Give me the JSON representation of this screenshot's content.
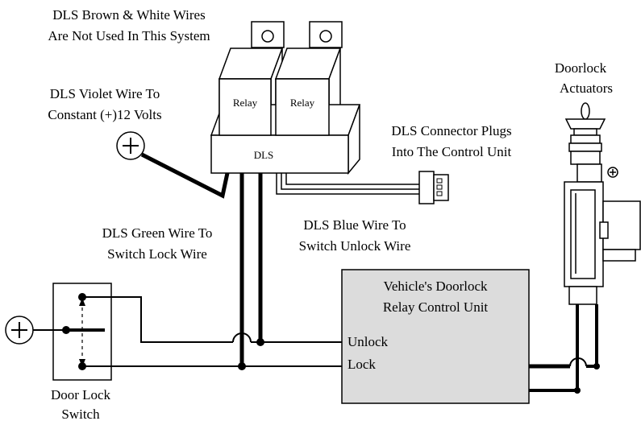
{
  "labels": {
    "dls_unused_1": "DLS Brown & White Wires",
    "dls_unused_2": "Are Not Used In This System",
    "violet_1": "DLS Violet Wire To",
    "violet_2": "Constant (+)12 Volts",
    "connector_1": "DLS Connector Plugs",
    "connector_2": "Into The Control Unit",
    "actuators_1": "Doorlock",
    "actuators_2": "Actuators",
    "green_1": "DLS Green Wire To",
    "green_2": "Switch Lock Wire",
    "blue_1": "DLS Blue Wire To",
    "blue_2": "Switch Unlock Wire",
    "control_1": "Vehicle's Doorlock",
    "control_2": "Relay Control Unit",
    "unlock": "Unlock",
    "lock": "Lock",
    "switch_1": "Door Lock",
    "switch_2": "Switch",
    "relay_left": "Relay",
    "relay_right": "Relay",
    "dls_box": "DLS"
  },
  "colors": {
    "control_unit_fill": "#dcdcdc",
    "line": "#000000"
  }
}
